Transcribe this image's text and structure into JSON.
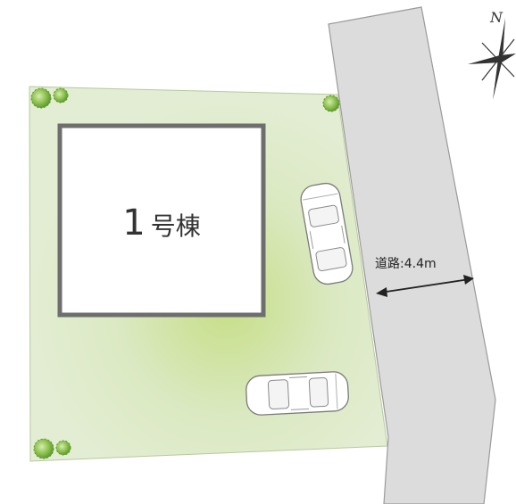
{
  "building": {
    "number": "1",
    "suffix": "号棟"
  },
  "road": {
    "label": "道路:4.4m"
  },
  "compass": {
    "north_label": "N"
  },
  "colors": {
    "lot_fill": "#dde9c8",
    "lot_center": "#c9e08f",
    "road_fill": "#dcdcdc",
    "building_border": "#6e6e6e",
    "shrub": "#8cc14e"
  }
}
